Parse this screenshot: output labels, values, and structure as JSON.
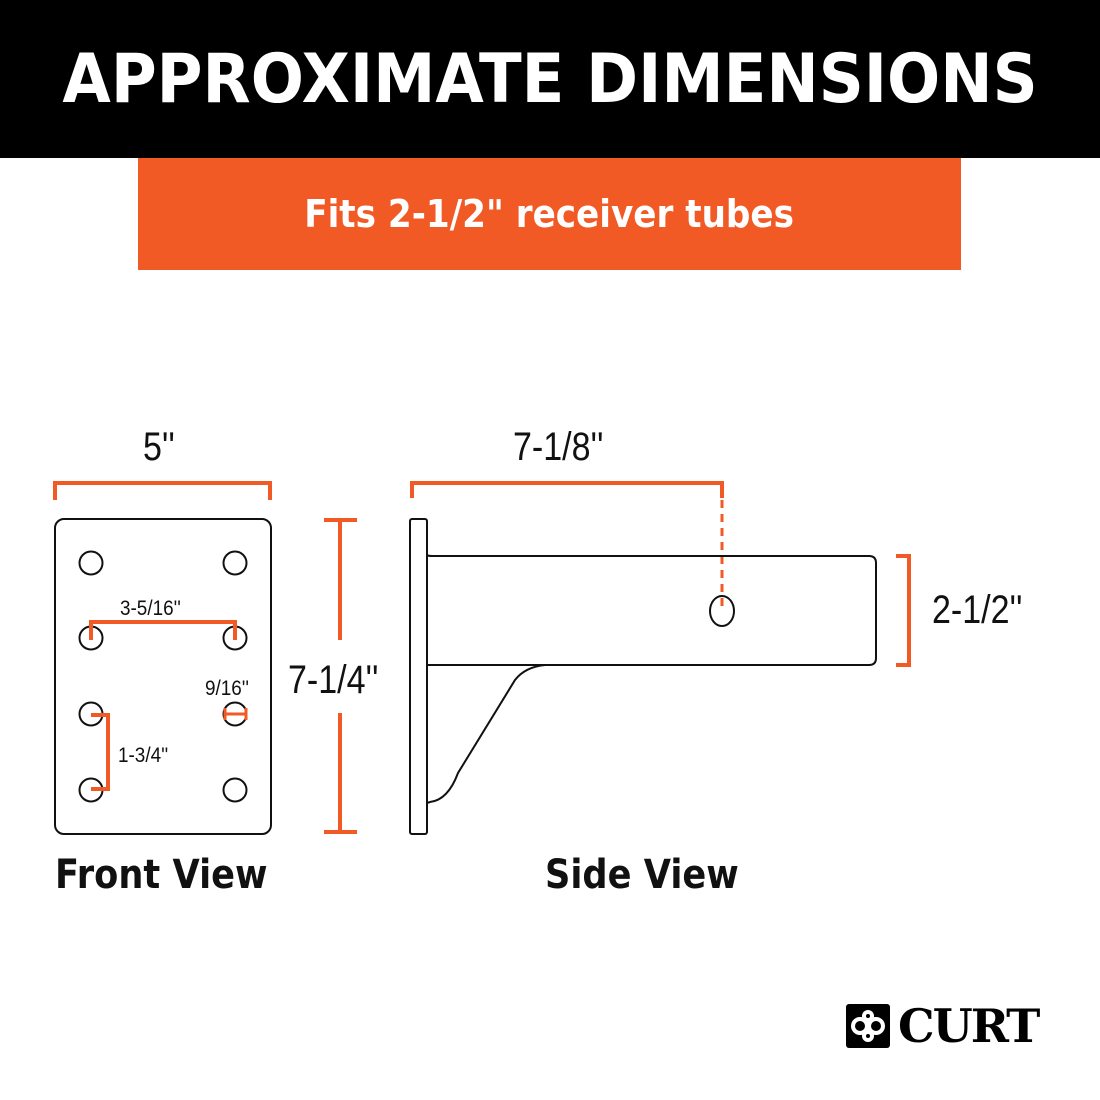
{
  "header": {
    "title": "APPROXIMATE DIMENSIONS",
    "background_color": "#000000"
  },
  "subheader": {
    "text": "Fits 2-1/2\" receiver tubes",
    "background_color": "#f15a24"
  },
  "front_view": {
    "label": "Front View",
    "width_dimension": "5''",
    "height_dimension": "7-1/4''",
    "hole_spacing_horizontal": "3-5/16''",
    "hole_diameter": "9/16''",
    "hole_spacing_vertical": "1-3/4''",
    "hole_count": 8
  },
  "side_view": {
    "label": "Side View",
    "length_dimension": "7-1/8''",
    "shank_dimension": "2-1/2''"
  },
  "brand": {
    "name": "CURT",
    "icon": "curt-logo-icon"
  },
  "colors": {
    "accent": "#f15a24",
    "line": "#111111"
  }
}
